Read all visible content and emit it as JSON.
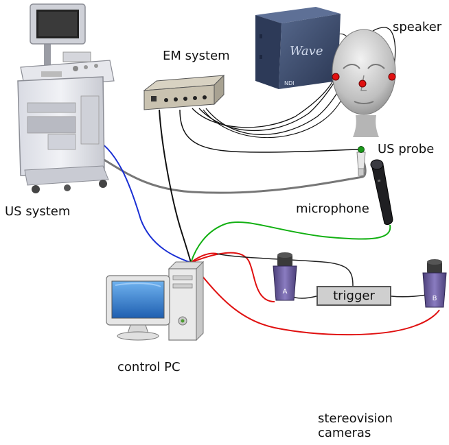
{
  "labels": {
    "us_system": "US system",
    "em_system": "EM system",
    "speaker": "speaker",
    "us_probe": "US probe",
    "microphone": "microphone",
    "control_pc": "control PC",
    "trigger": "trigger",
    "stereovision_line1": "stereovision",
    "stereovision_line2": "cameras",
    "wave_logo": "Wave",
    "ndi_logo": "NDI",
    "camera_a": "A",
    "camera_b": "B"
  },
  "colors": {
    "us_to_pc_cable": "#1a2fd4",
    "pc_to_cameras_cable": "#e01010",
    "mic_cable": "#12b012",
    "em_cable": "#111111",
    "probe_cable": "#777777",
    "sensor_dot": "#e01010",
    "probe_sensor_dot": "#1a9a1a",
    "wave_box": "#3a4a6a",
    "camera_body": "#6a5a9a"
  },
  "icons": {
    "ultrasound_machine": "ultrasound-machine-icon",
    "em_field_generator": "em-field-generator-icon",
    "wave_box": "wave-box-icon",
    "head_model": "head-model-icon",
    "us_probe": "ultrasound-probe-icon",
    "microphone": "microphone-icon",
    "computer": "computer-icon",
    "camera": "camera-icon"
  }
}
